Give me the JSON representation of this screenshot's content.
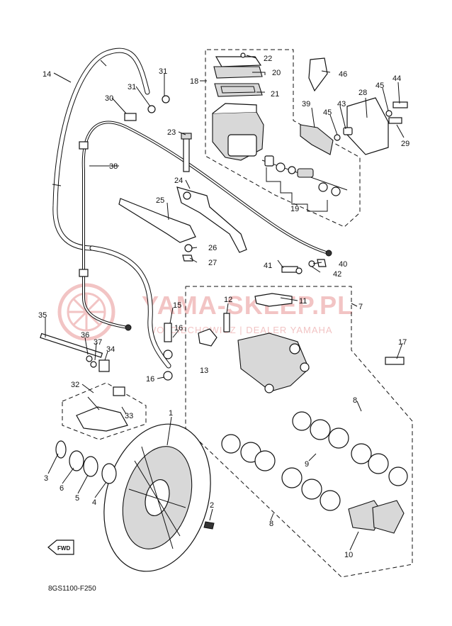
{
  "watermark": {
    "title": "YAMA-SKLEP.PL",
    "subtitle": "WOJCIECHOWICZ | DEALER YAMAHA"
  },
  "diagram_code": "8GS1100-F250",
  "fwd_label": "FWD",
  "callouts": [
    "1",
    "2",
    "3",
    "4",
    "5",
    "6",
    "7",
    "8",
    "8",
    "9",
    "10",
    "11",
    "12",
    "13",
    "14",
    "15",
    "16",
    "16",
    "17",
    "18",
    "19",
    "20",
    "21",
    "22",
    "23",
    "24",
    "25",
    "26",
    "27",
    "28",
    "29",
    "30",
    "31",
    "31",
    "32",
    "33",
    "34",
    "35",
    "36",
    "37",
    "38",
    "39",
    "40",
    "41",
    "42",
    "43",
    "44",
    "45",
    "45",
    "46"
  ]
}
